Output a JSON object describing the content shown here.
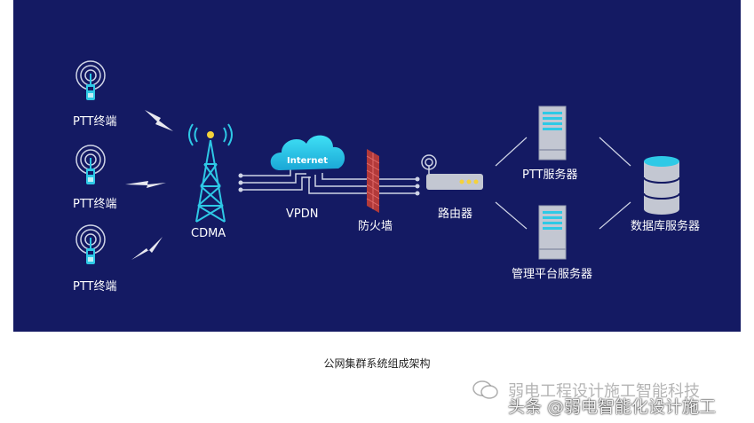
{
  "colors": {
    "background": "#141a63",
    "accent": "#2ec9e6",
    "firewall": "#b23a3a",
    "server": "#c3c7d2",
    "router_leds": "#f5d23a"
  },
  "nodes": {
    "terminals": [
      {
        "label": "PTT终端",
        "icon": "walkie-talkie-icon"
      },
      {
        "label": "PTT终端",
        "icon": "walkie-talkie-icon"
      },
      {
        "label": "PTT终端",
        "icon": "walkie-talkie-icon"
      }
    ],
    "tower": {
      "label": "CDMA",
      "icon": "cell-tower-icon"
    },
    "cloud": {
      "text": "Internet",
      "label": "VPDN",
      "icon": "cloud-icon"
    },
    "firewall": {
      "label": "防火墙",
      "icon": "firewall-icon"
    },
    "router": {
      "label": "路由器",
      "icon": "router-icon"
    },
    "ptt_server": {
      "label": "PTT服务器",
      "icon": "server-icon"
    },
    "mgmt_server": {
      "label": "管理平台服务器",
      "icon": "server-icon"
    },
    "db_server": {
      "label": "数据库服务器",
      "icon": "database-icon"
    }
  },
  "caption": "公网集群系统组成架构",
  "watermark": {
    "line1": "弱电工程设计施工智能科技",
    "line2": "头条 @弱电智能化设计施工"
  }
}
